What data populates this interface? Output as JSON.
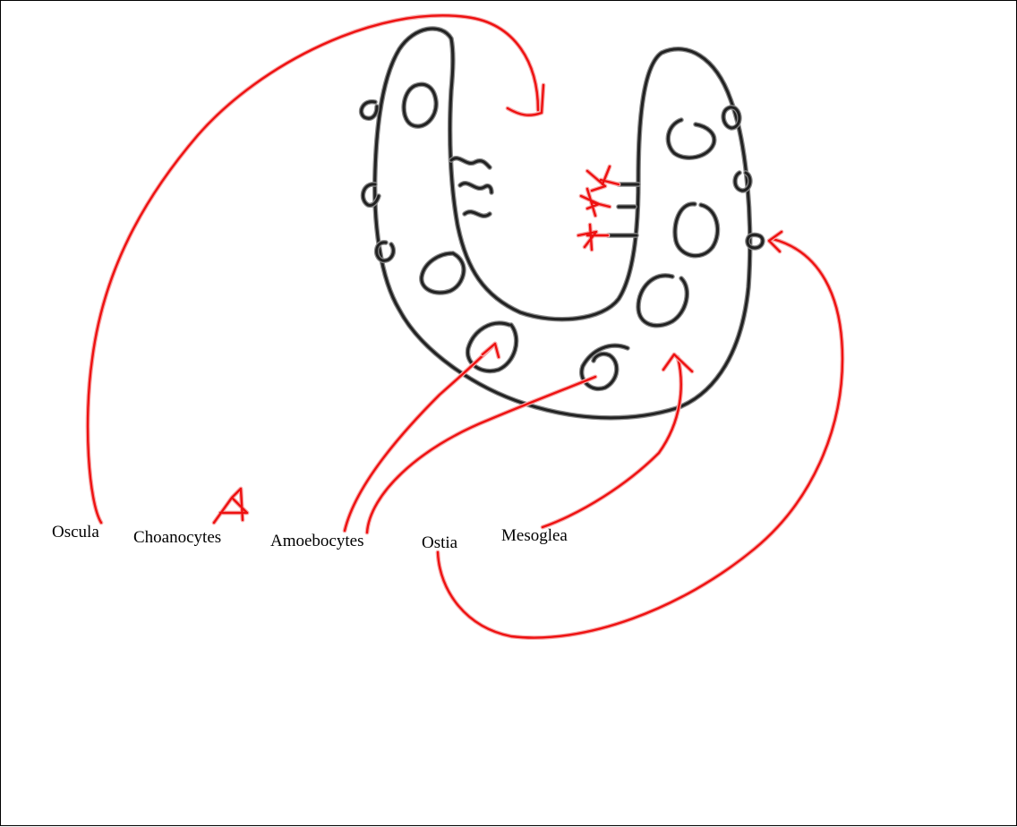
{
  "colors": {
    "outline": "#222222",
    "outline_halo": "#8a8a8a",
    "arrow": "#ee1111",
    "arrow_halo": "#f7a8a8",
    "label": "#000000",
    "background": "#ffffff"
  },
  "labels": {
    "oscula": "Oscula",
    "choanocytes": "Choanocytes",
    "amoebocytes": "Amoebocytes",
    "ostia": "Ostia",
    "mesoglea": "Mesoglea"
  }
}
